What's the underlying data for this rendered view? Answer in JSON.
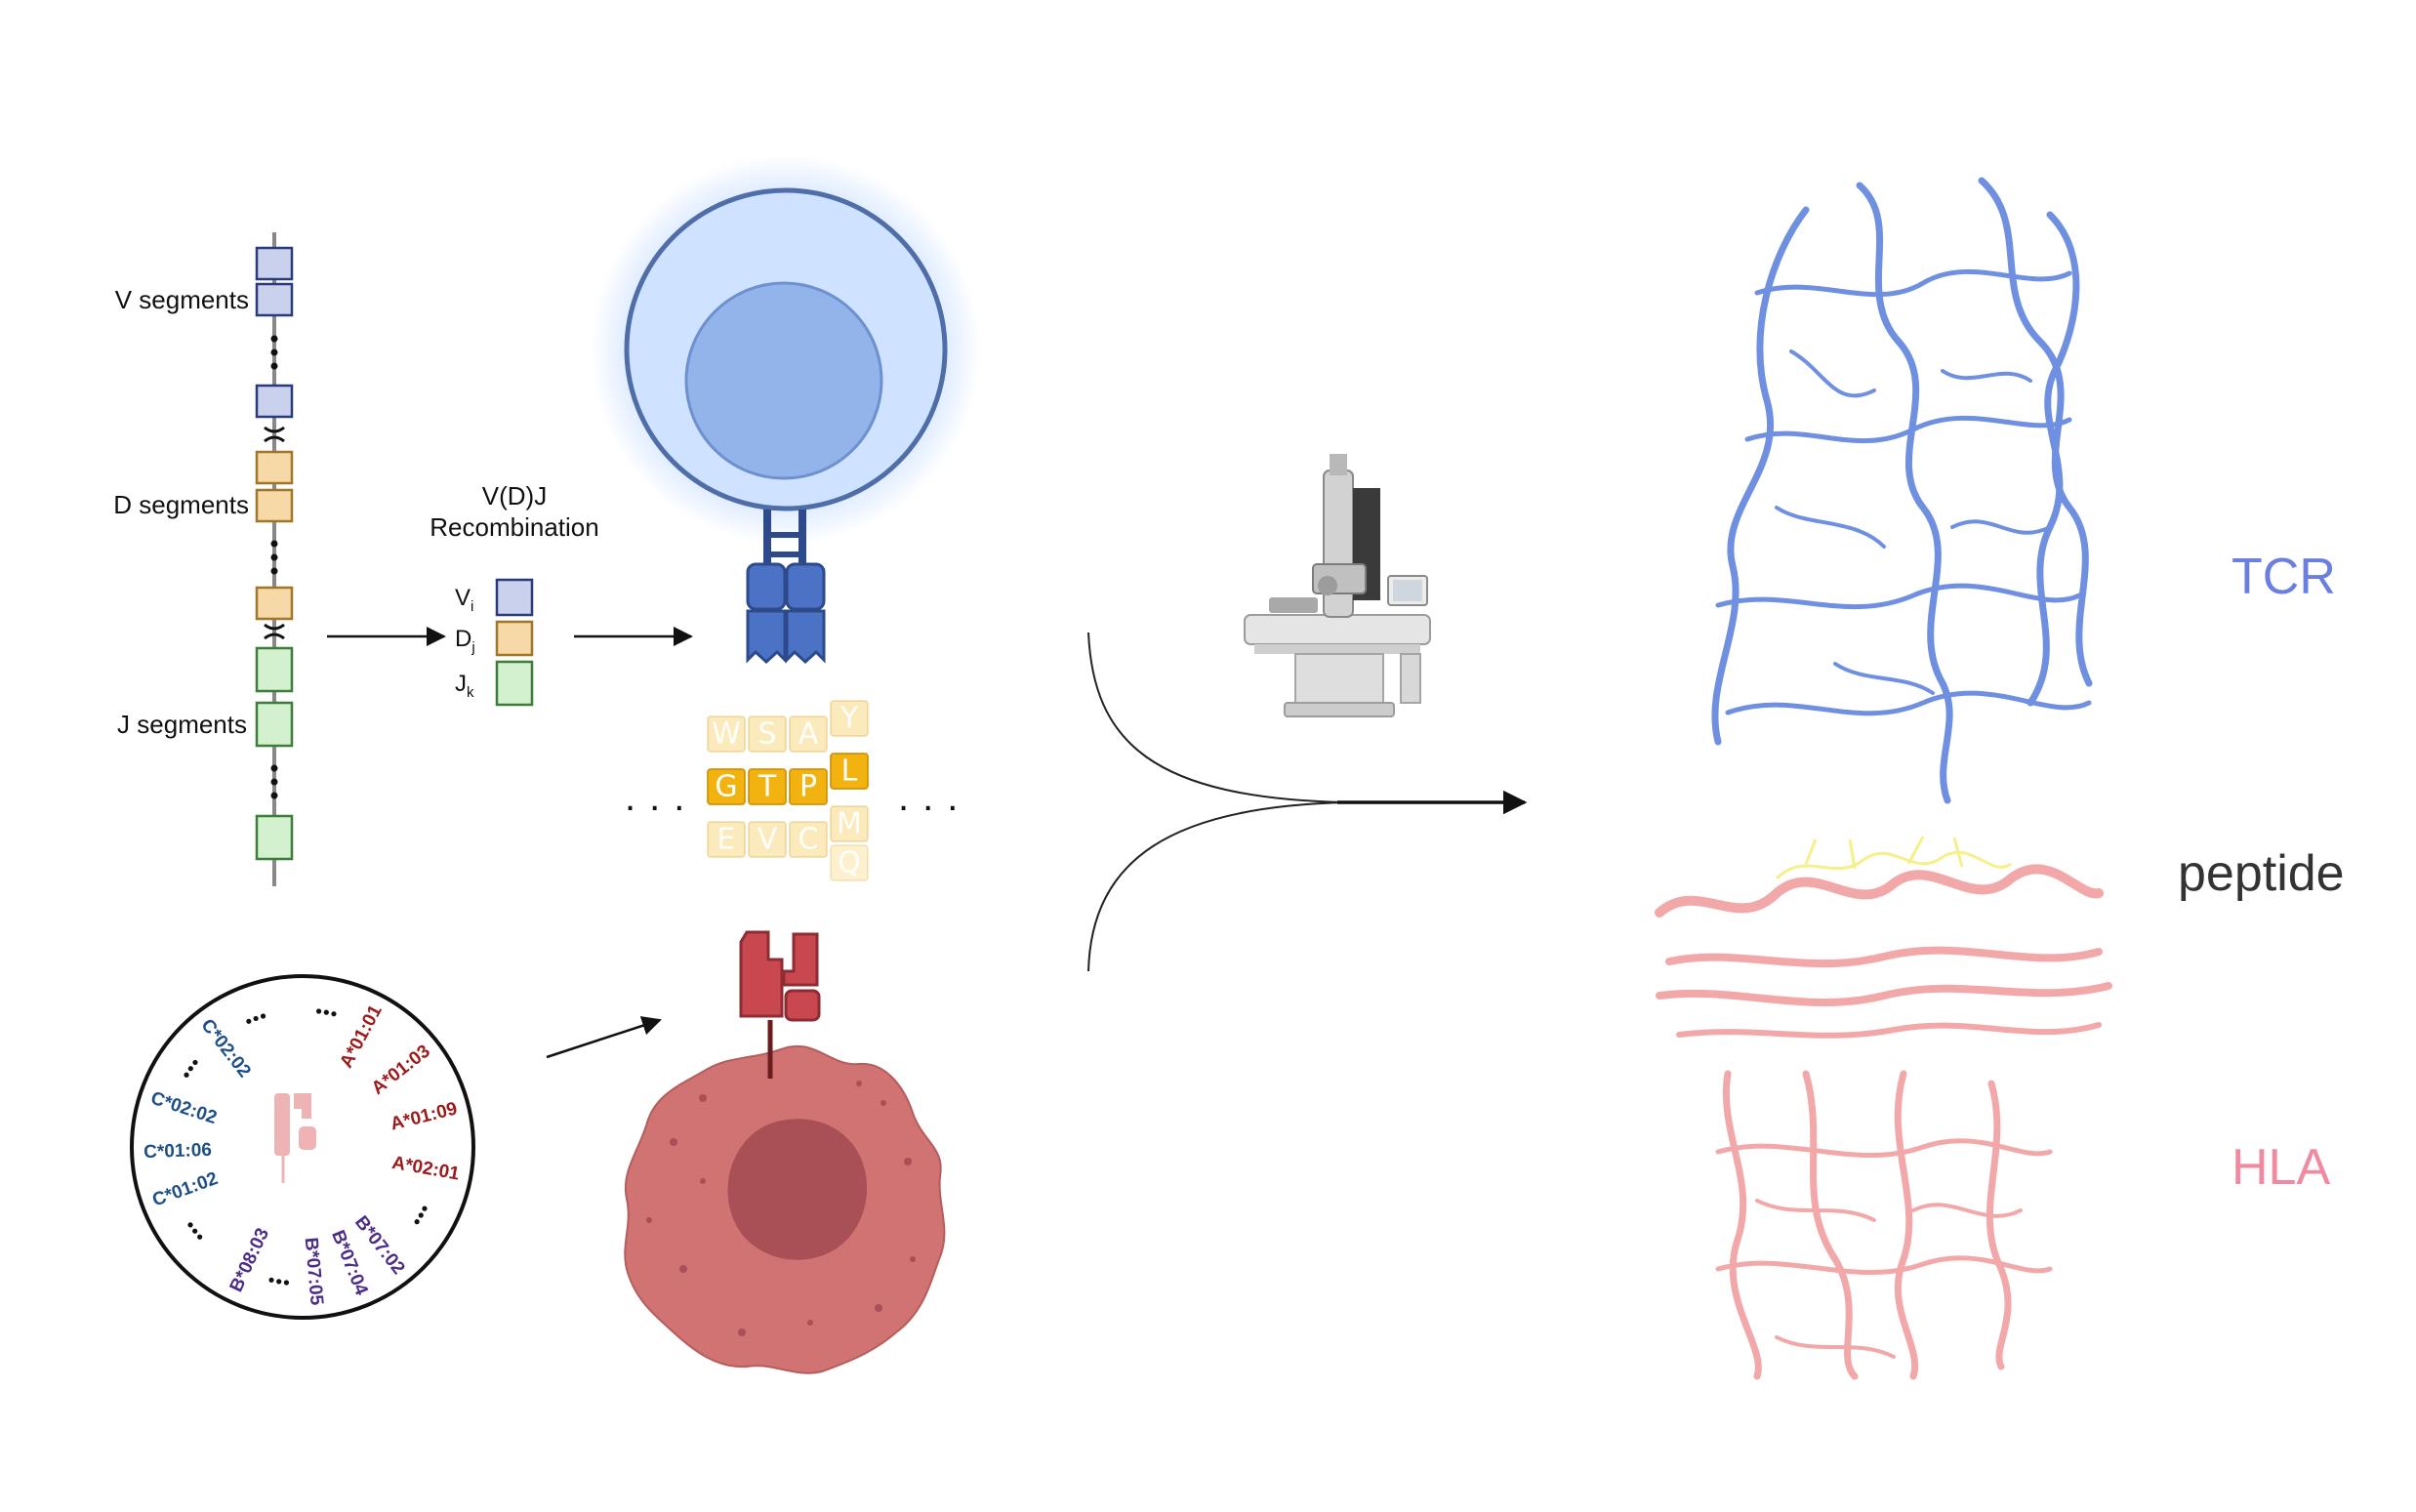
{
  "segments": {
    "v_label": "V segments",
    "d_label": "D segments",
    "j_label": "J segments"
  },
  "recombination": {
    "line1": "V(D)J",
    "line2": "Recombination",
    "v_sub": "V",
    "v_idx": "i",
    "d_sub": "D",
    "d_idx": "j",
    "j_sub": "J",
    "j_idx": "k"
  },
  "peptide_grid": {
    "columns": [
      {
        "top": "W",
        "mid": "G",
        "bot": "E"
      },
      {
        "top": "S",
        "mid": "T",
        "bot": "V"
      },
      {
        "top": "A",
        "mid": "P",
        "bot": "C"
      },
      {
        "top": "Y",
        "mid": "L",
        "bot": "M",
        "extra": "Q"
      }
    ]
  },
  "hla_alleles": [
    {
      "text": "A*01:01",
      "group": "A"
    },
    {
      "text": "A*01:03",
      "group": "A"
    },
    {
      "text": "A*01:09",
      "group": "A"
    },
    {
      "text": "A*02:01",
      "group": "A"
    },
    {
      "text": "B*07:02",
      "group": "B"
    },
    {
      "text": "B*07:04",
      "group": "B"
    },
    {
      "text": "B*07:05",
      "group": "B"
    },
    {
      "text": "B*08:03",
      "group": "B"
    },
    {
      "text": "C*01:02",
      "group": "C"
    },
    {
      "text": "C*01:06",
      "group": "C"
    },
    {
      "text": "C*02:02",
      "group": "C"
    },
    {
      "text": "C*02:02",
      "group": "C"
    }
  ],
  "structure_labels": {
    "tcr": "TCR",
    "peptide": "peptide",
    "hla": "HLA"
  },
  "colors": {
    "v_fill": "#c9d1ec",
    "v_stroke": "#2b3b7a",
    "d_fill": "#f6d9a6",
    "d_stroke": "#a0762a",
    "j_fill": "#d3f0cf",
    "j_stroke": "#3c7d3a",
    "tcr_blue": "#6f8fe0",
    "hla_pink": "#f2a8a8",
    "peptide_yellow": "#f5f08a",
    "tcr_label": "#6b7fe0",
    "hla_label": "#f08aa0",
    "peptide_label": "#333333",
    "allele_a": "#9b1b1b",
    "allele_b": "#4b2c86",
    "allele_c": "#1e4f86",
    "cell_red": "#c96a6a",
    "amino_gold": "#f2b310"
  }
}
